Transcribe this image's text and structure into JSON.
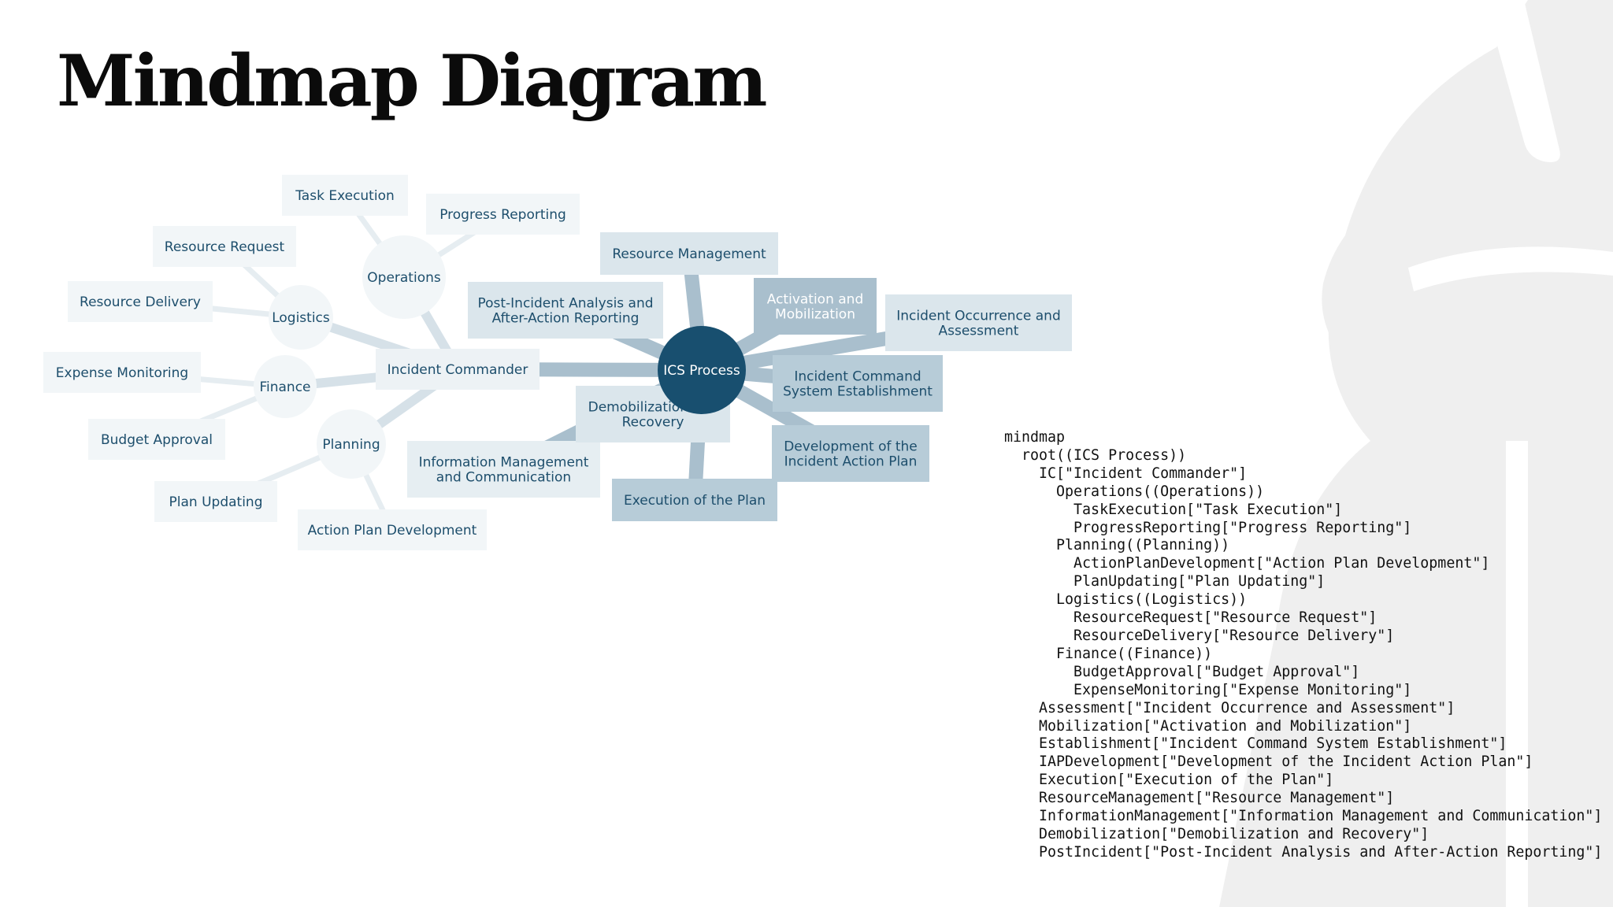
{
  "title": "Mindmap Diagram",
  "colors": {
    "root_fill": "#184f6f",
    "root_text": "#ffffff",
    "node_text": "#1d4e6c",
    "level1_dark_fill": "#a9bfcd",
    "level1_dark_text": "#ffffff",
    "level1_mid_fill": "#b7ccd8",
    "level1_light_fill": "#dbe6ec",
    "level1_pale_fill": "#e6eef2",
    "level2_fill": "#edf2f5",
    "level3_fill": "#f2f6f8",
    "edge_root": "#a9bfcd",
    "edge_level1": "#d6e1e8",
    "edge_level2": "#e6edf1",
    "watermark": "#efefef"
  },
  "mindmap": {
    "root": {
      "id": "root",
      "label": "ICS Process",
      "shape": "circle"
    },
    "nodes": [
      {
        "id": "ic",
        "parent": "root",
        "lines": [
          "Incident Commander"
        ],
        "shape": "rect",
        "tone": "level2"
      },
      {
        "id": "ops",
        "parent": "ic",
        "lines": [
          "Operations"
        ],
        "shape": "circle",
        "tone": "level3"
      },
      {
        "id": "task",
        "parent": "ops",
        "lines": [
          "Task Execution"
        ],
        "shape": "rect",
        "tone": "level3"
      },
      {
        "id": "prog",
        "parent": "ops",
        "lines": [
          "Progress Reporting"
        ],
        "shape": "rect",
        "tone": "level3"
      },
      {
        "id": "plan",
        "parent": "ic",
        "lines": [
          "Planning"
        ],
        "shape": "circle",
        "tone": "level3"
      },
      {
        "id": "apd",
        "parent": "plan",
        "lines": [
          "Action Plan Development"
        ],
        "shape": "rect",
        "tone": "level3"
      },
      {
        "id": "pu",
        "parent": "plan",
        "lines": [
          "Plan Updating"
        ],
        "shape": "rect",
        "tone": "level3"
      },
      {
        "id": "log",
        "parent": "ic",
        "lines": [
          "Logistics"
        ],
        "shape": "circle",
        "tone": "level3"
      },
      {
        "id": "rr",
        "parent": "log",
        "lines": [
          "Resource Request"
        ],
        "shape": "rect",
        "tone": "level3"
      },
      {
        "id": "rd",
        "parent": "log",
        "lines": [
          "Resource Delivery"
        ],
        "shape": "rect",
        "tone": "level3"
      },
      {
        "id": "fin",
        "parent": "ic",
        "lines": [
          "Finance"
        ],
        "shape": "circle",
        "tone": "level3"
      },
      {
        "id": "ba",
        "parent": "fin",
        "lines": [
          "Budget Approval"
        ],
        "shape": "rect",
        "tone": "level3"
      },
      {
        "id": "em",
        "parent": "fin",
        "lines": [
          "Expense Monitoring"
        ],
        "shape": "rect",
        "tone": "level3"
      },
      {
        "id": "assess",
        "parent": "root",
        "lines": [
          "Incident Occurrence and",
          "Assessment"
        ],
        "shape": "rect",
        "tone": "level1_light"
      },
      {
        "id": "mob",
        "parent": "root",
        "lines": [
          "Activation and",
          "Mobilization"
        ],
        "shape": "rect",
        "tone": "level1_dark"
      },
      {
        "id": "est",
        "parent": "root",
        "lines": [
          "Incident Command",
          "System Establishment"
        ],
        "shape": "rect",
        "tone": "level1_mid"
      },
      {
        "id": "iap",
        "parent": "root",
        "lines": [
          "Development of the",
          "Incident Action Plan"
        ],
        "shape": "rect",
        "tone": "level1_mid"
      },
      {
        "id": "exec",
        "parent": "root",
        "lines": [
          "Execution of the Plan"
        ],
        "shape": "rect",
        "tone": "level1_mid"
      },
      {
        "id": "rm",
        "parent": "root",
        "lines": [
          "Resource Management"
        ],
        "shape": "rect",
        "tone": "level1_light"
      },
      {
        "id": "info",
        "parent": "root",
        "lines": [
          "Information Management",
          "and Communication"
        ],
        "shape": "rect",
        "tone": "level1_pale"
      },
      {
        "id": "demob",
        "parent": "root",
        "lines": [
          "Demobilization and",
          "Recovery"
        ],
        "shape": "rect",
        "tone": "level1_light"
      },
      {
        "id": "post",
        "parent": "root",
        "lines": [
          "Post-Incident Analysis and",
          "After-Action Reporting"
        ],
        "shape": "rect",
        "tone": "level1_light"
      }
    ]
  },
  "code_lines": [
    "mindmap",
    "  root((ICS Process))",
    "    IC[\"Incident Commander\"]",
    "      Operations((Operations))",
    "        TaskExecution[\"Task Execution\"]",
    "        ProgressReporting[\"Progress Reporting\"]",
    "      Planning((Planning))",
    "        ActionPlanDevelopment[\"Action Plan Development\"]",
    "        PlanUpdating[\"Plan Updating\"]",
    "      Logistics((Logistics))",
    "        ResourceRequest[\"Resource Request\"]",
    "        ResourceDelivery[\"Resource Delivery\"]",
    "      Finance((Finance))",
    "        BudgetApproval[\"Budget Approval\"]",
    "        ExpenseMonitoring[\"Expense Monitoring\"]",
    "    Assessment[\"Incident Occurrence and Assessment\"]",
    "    Mobilization[\"Activation and Mobilization\"]",
    "    Establishment[\"Incident Command System Establishment\"]",
    "    IAPDevelopment[\"Development of the Incident Action Plan\"]",
    "    Execution[\"Execution of the Plan\"]",
    "    ResourceManagement[\"Resource Management\"]",
    "    InformationManagement[\"Information Management and Communication\"]",
    "    Demobilization[\"Demobilization and Recovery\"]",
    "    PostIncident[\"Post-Incident Analysis and After-Action Reporting\"]"
  ]
}
